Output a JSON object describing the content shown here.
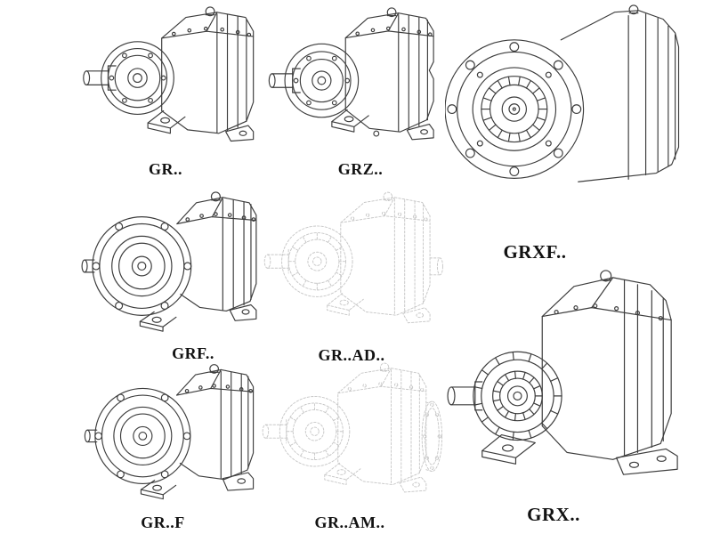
{
  "figures": [
    {
      "id": "gr",
      "label": "GR.."
    },
    {
      "id": "grz",
      "label": "GRZ.."
    },
    {
      "id": "grxf",
      "label": "GRXF.."
    },
    {
      "id": "grf",
      "label": "GRF.."
    },
    {
      "id": "gr-ad",
      "label": "GR..AD.."
    },
    {
      "id": "gr-f",
      "label": "GR..F"
    },
    {
      "id": "gr-am",
      "label": "GR..AM.."
    },
    {
      "id": "grx",
      "label": "GRX.."
    }
  ],
  "colors": {
    "background": "#ffffff",
    "line": "#3d3d3d",
    "ghost_line": "#c7c7c7",
    "label_text": "#121212"
  }
}
